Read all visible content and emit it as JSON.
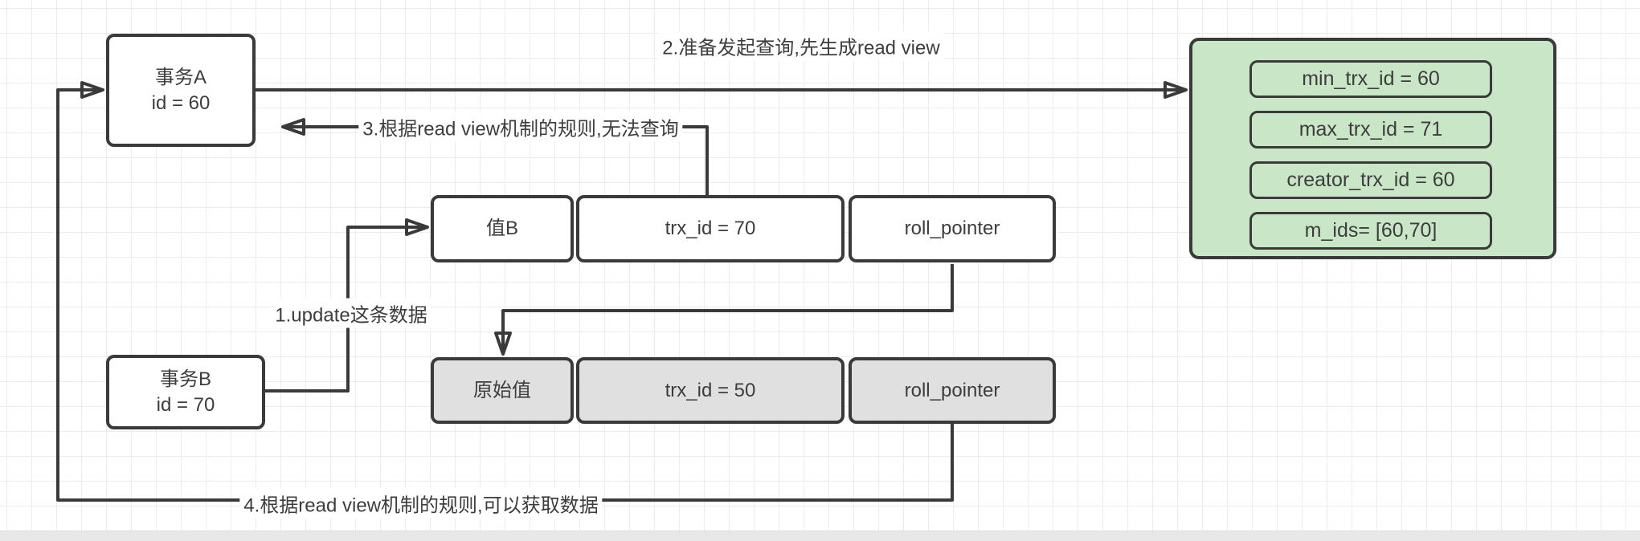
{
  "nodes": {
    "transaction_a": {
      "title": "事务A",
      "subtitle": "id = 60"
    },
    "transaction_b": {
      "title": "事务B",
      "subtitle": "id = 70"
    },
    "current_version_row": {
      "value": "值B",
      "trx_id": "trx_id = 70",
      "roll_pointer": "roll_pointer"
    },
    "undo_version_row": {
      "value": "原始值",
      "trx_id": "trx_id = 50",
      "roll_pointer": "roll_pointer"
    },
    "read_view": {
      "items": [
        "min_trx_id = 60",
        "max_trx_id = 71",
        "creator_trx_id = 60",
        "m_ids= [60,70]"
      ]
    }
  },
  "edge_labels": {
    "step1": "1.update这条数据",
    "step2": "2.准备发起查询,先生成read view",
    "step3": "3.根据read view机制的规则,无法查询",
    "step4": "4.根据read view机制的规则,可以获取数据"
  },
  "colors": {
    "stroke": "#3a3a3a",
    "text": "#3d3d3d",
    "node_fill_white": "#ffffff",
    "node_fill_gray": "#e0e0e0",
    "read_view_fill": "#c9e6c7",
    "grid_line": "#ececec"
  }
}
